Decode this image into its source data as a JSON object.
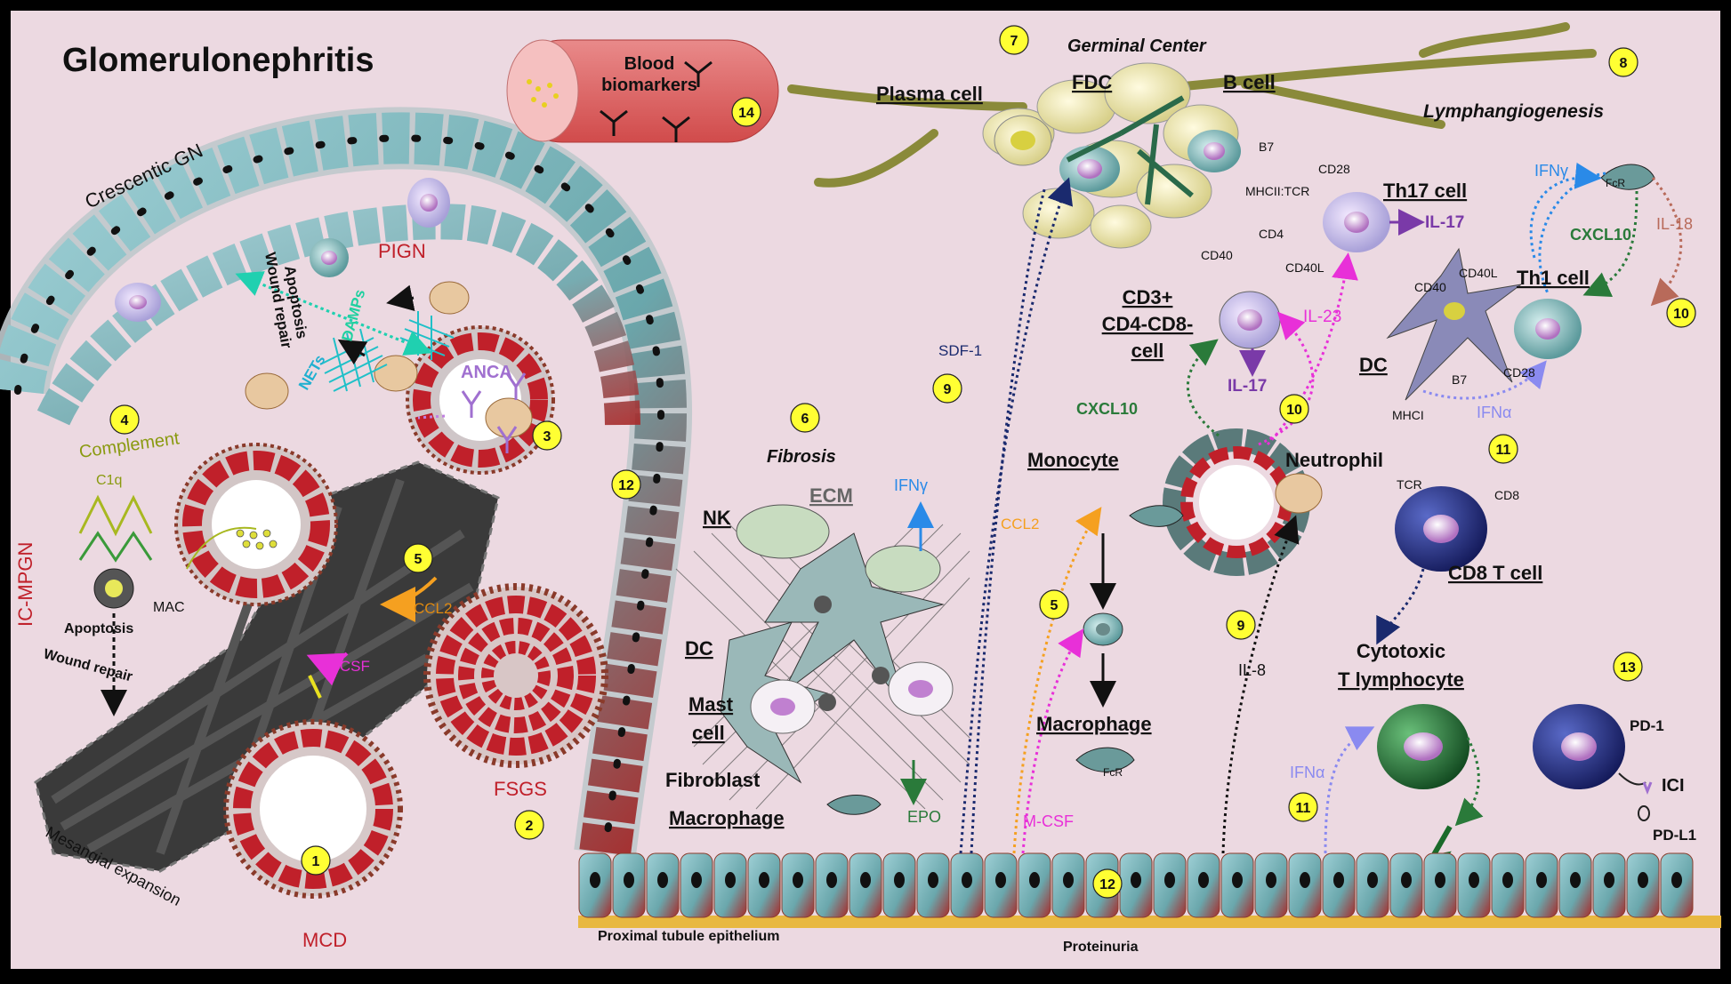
{
  "title": "Glomerulonephritis",
  "glomerulus_labels": {
    "crescentic_gn": "Crescentic GN",
    "pign": "PIGN",
    "ic_mpgn": "IC-MPGN",
    "fsgs": "FSGS",
    "mcd": "MCD",
    "mesangial_expansion": "Mesangial expansion",
    "complement": "Complement",
    "c1q": "C1q",
    "mac": "MAC",
    "apoptosis_left": "Apoptosis",
    "wound_repair_left": "Wound repair",
    "wound_repair_top": "Wound repair",
    "apoptosis_top": "Apoptosis",
    "damps": "DAMPs",
    "nets": "NETs",
    "anca": "ANCA",
    "ccl2": "CCL2",
    "m_csf": "M-CSF"
  },
  "blood_vessel": {
    "line1": "Blood",
    "line2": "biomarkers"
  },
  "germinal_center": {
    "title": "Germinal Center",
    "plasma_cell": "Plasma cell",
    "fdc": "FDC",
    "b_cell": "B cell",
    "lymphangiogenesis": "Lymphangiogenesis",
    "b7": "B7",
    "cd28": "CD28",
    "mhcii_tcr": "MHCII:TCR",
    "cd4": "CD4",
    "cd40": "CD40",
    "cd40l": "CD40L",
    "th17_cell": "Th17 cell",
    "il17": "IL-17"
  },
  "th1_panel": {
    "ifng": "IFNγ",
    "fcr": "FcR",
    "il18": "IL-18",
    "cxcl10": "CXCL10",
    "th1_cell": "Th1 cell",
    "cd40": "CD40",
    "cd40l": "CD40L",
    "dc": "DC",
    "b7": "B7",
    "cd28": "CD28",
    "mhci": "MHCI",
    "ifna": "IFNα",
    "tcr": "TCR",
    "cd8": "CD8",
    "cd8_t_cell": "CD8 T cell"
  },
  "middle_panel": {
    "cd3_line1": "CD3+",
    "cd3_line2": "CD4-CD8-",
    "cd3_line3": "cell",
    "il17": "IL-17",
    "il23": "IL-23",
    "cxcl10": "CXCL10",
    "sdf1": "SDF-1",
    "monocyte": "Monocyte",
    "neutrophil": "Neutrophil",
    "ccl2": "CCL2",
    "macrophage": "Macrophage",
    "fcr": "FcR",
    "m_csf": "M-CSF",
    "il8": "IL-8"
  },
  "fibrosis_panel": {
    "title": "Fibrosis",
    "ecm": "ECM",
    "nk": "NK",
    "ifng": "IFNγ",
    "dc": "DC",
    "mast_line1": "Mast",
    "mast_line2": "cell",
    "fibroblast": "Fibroblast",
    "macrophage": "Macrophage",
    "epo": "EPO"
  },
  "cytotoxic_panel": {
    "line1": "Cytotoxic",
    "line2": "T lymphocyte",
    "ifna": "IFNα",
    "pd1": "PD-1",
    "ici": "ICI",
    "pdl1": "PD-L1"
  },
  "bottom": {
    "proximal_tubule": "Proximal tubule epithelium",
    "proteinuria": "Proteinuria"
  },
  "badges": [
    "1",
    "2",
    "3",
    "4",
    "5",
    "5",
    "6",
    "7",
    "8",
    "9",
    "9",
    "10",
    "10",
    "11",
    "11",
    "12",
    "12",
    "13",
    "14"
  ],
  "colors": {
    "background": "#ecd9e1",
    "crimson": "#c0202a",
    "teal_cell": "#6fa8a8",
    "badge": "#ffff33",
    "navy": "#1a2a6e",
    "magenta": "#e830d8",
    "orange": "#f5a020",
    "green_dotted": "#2a7a3a"
  }
}
